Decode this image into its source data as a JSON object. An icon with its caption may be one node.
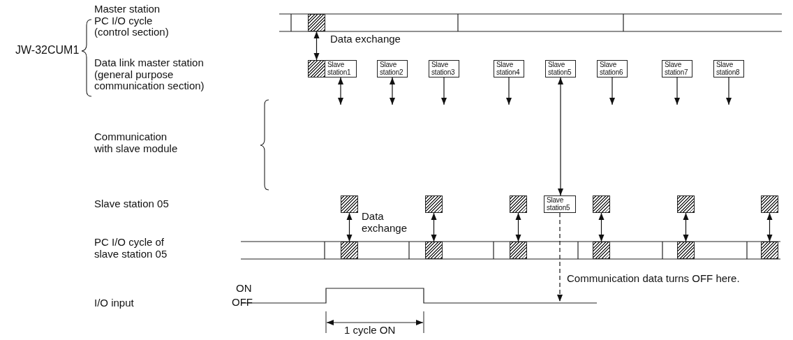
{
  "diagram": {
    "nodes": [
      {
        "text": [],
        "shape": "box"
      },
      {
        "text": [],
        "shape": "box"
      },
      {
        "text": [
          "Slave station1"
        ]
      },
      {
        "text": [
          "Slave station2"
        ]
      },
      {
        "text": [
          "Slave station3"
        ]
      },
      {
        "text": [
          "Slave station4"
        ]
      },
      {
        "text": [
          "Slave station5"
        ]
      },
      {
        "text": [
          "Slave station6"
        ]
      },
      {
        "text": [
          "Slave station7"
        ]
      },
      {
        "text": [
          "Slave station8"
        ]
      },
      {
        "text": [],
        "shape": "box"
      },
      {
        "text": [],
        "shape": "box"
      },
      {
        "text": [],
        "shape": "box"
      },
      {
        "text": [
          "Slave station5"
        ]
      },
      {
        "text": [],
        "shape": "box"
      },
      {
        "text": [],
        "shape": "box"
      },
      {
        "text": [],
        "shape": "box"
      },
      {
        "text": [],
        "shape": "box"
      },
      {
        "text": [],
        "shape": "box"
      },
      {
        "text": [],
        "shape": "box"
      },
      {
        "text": [],
        "shape": "box"
      },
      {
        "text": [],
        "shape": "box"
      },
      {
        "text": [],
        "shape": "box"
      }
    ],
    "edges": [
      {
        "from": 0,
        "to": 1,
        "arrow": "both",
        "label": "Data exchange"
      },
      {
        "from": 2,
        "to": null,
        "arrow": "both"
      },
      {
        "from": 3,
        "to": null,
        "arrow": "both"
      },
      {
        "from": 4,
        "to": null,
        "arrow": "to"
      },
      {
        "from": 5,
        "to": null,
        "arrow": "to"
      },
      {
        "from": 6,
        "to": 13,
        "arrow": "both"
      },
      {
        "from": 7,
        "to": null,
        "arrow": "to"
      },
      {
        "from": 8,
        "to": null,
        "arrow": "to"
      },
      {
        "from": 9,
        "to": null,
        "arrow": "to"
      },
      {
        "from": 10,
        "to": 17,
        "arrow": "both",
        "label": "Data exchange"
      },
      {
        "from": 11,
        "to": 18,
        "arrow": "both"
      },
      {
        "from": 12,
        "to": 19,
        "arrow": "both"
      },
      {
        "from": 14,
        "to": 20,
        "arrow": "both"
      },
      {
        "from": 15,
        "to": 21,
        "arrow": "both"
      },
      {
        "from": 16,
        "to": 22,
        "arrow": "both"
      },
      {
        "from": 13,
        "to": null,
        "arrow": "to",
        "style": "dashed"
      }
    ],
    "labels": [
      "JW-32CUM1",
      "Master station PC I/O cycle (control section)",
      "Data link master station (general purpose communication section)",
      "Communication with slave module",
      "Slave station 05",
      "PC I/O cycle of slave station 05",
      "Communication data turns OFF here.",
      "ON",
      "OFF",
      "I/O input",
      "1 cycle ON"
    ]
  }
}
